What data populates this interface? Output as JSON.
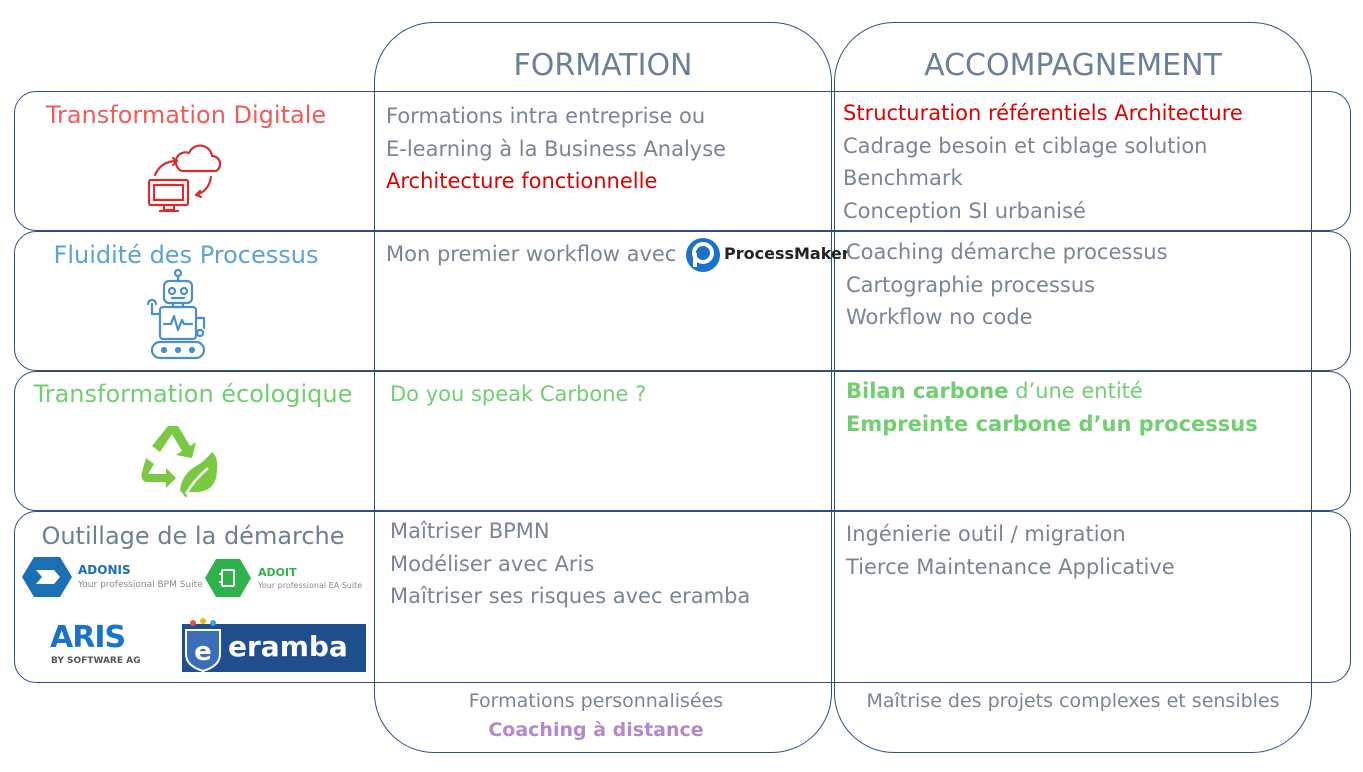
{
  "columns": {
    "formation": "FORMATION",
    "accompagnement": "ACCOMPAGNEMENT"
  },
  "rows": [
    {
      "title": "Transformation Digitale",
      "title_color": "#ef5a5a",
      "icon": "cloud-computer-icon",
      "formation": [
        "Formations intra entreprise ou",
        "E-learning à la Business Analyse",
        "Architecture fonctionnelle"
      ],
      "accompagnement": [
        "Structuration référentiels Architecture",
        "Cadrage besoin et ciblage solution",
        "Benchmark",
        "Conception SI urbanisé"
      ]
    },
    {
      "title": "Fluidité des Processus",
      "title_color": "#5ba3d6",
      "icon": "robot-icon",
      "formation_prefix": "Mon premier workflow avec",
      "formation_logo": "ProcessMaker",
      "accompagnement": [
        "Coaching démarche processus",
        "Cartographie processus",
        "Workflow no code"
      ]
    },
    {
      "title": "Transformation écologique",
      "title_color": "#70cf6f",
      "icon": "recycle-leaf-icon",
      "formation": [
        "Do you speak Carbone ?"
      ],
      "accompagnement_1_bold": "Bilan carbone",
      "accompagnement_1_rest": " d’une entité",
      "accompagnement_2": "Empreinte carbone d’un processus"
    },
    {
      "title": "Outillage de la démarche",
      "title_color": "#6c7f99",
      "logos": {
        "adonis_name": "ADONIS",
        "adonis_tag": "Your professional BPM Suite",
        "adoit_name": "ADOIT",
        "adoit_tag": "Your professional EA Suite",
        "aris_name": "ARIS",
        "aris_tag": "BY SOFTWARE AG",
        "eramba_name": "eramba"
      },
      "formation": [
        "Maîtriser BPMN",
        "Modéliser avec Aris",
        "Maîtriser ses risques avec eramba"
      ],
      "accompagnement": [
        "Ingénierie outil / migration",
        "Tierce Maintenance Applicative"
      ]
    }
  ],
  "footer": {
    "formation_1": "Formations personnalisées",
    "formation_2": "Coaching à distance",
    "accompagnement": "Maîtrise des projets complexes et sensibles"
  },
  "colors": {
    "border": "#2f4f82",
    "red": "#e00000",
    "green": "#70cf6f",
    "grey_text": "#7a8494",
    "purple": "#b089d0"
  }
}
